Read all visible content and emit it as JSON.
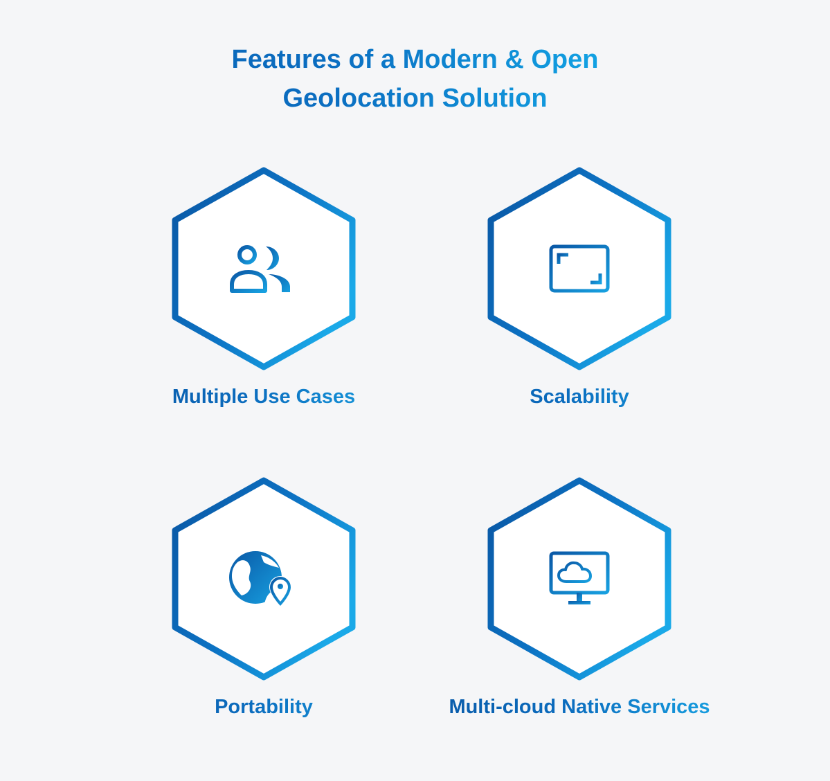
{
  "title": {
    "line1": "Features of a Modern & Open",
    "line2": "Geolocation Solution"
  },
  "features": [
    {
      "label": "Multiple Use Cases",
      "icon": "users-icon"
    },
    {
      "label": "Scalability",
      "icon": "scale-frame-icon"
    },
    {
      "label": "Portability",
      "icon": "globe-location-icon"
    },
    {
      "label": "Multi-cloud Native Services",
      "icon": "cloud-monitor-icon"
    }
  ],
  "colors": {
    "background": "#f5f6f8",
    "gradient_start": "#0a5aa8",
    "gradient_end": "#1aa9e8"
  }
}
